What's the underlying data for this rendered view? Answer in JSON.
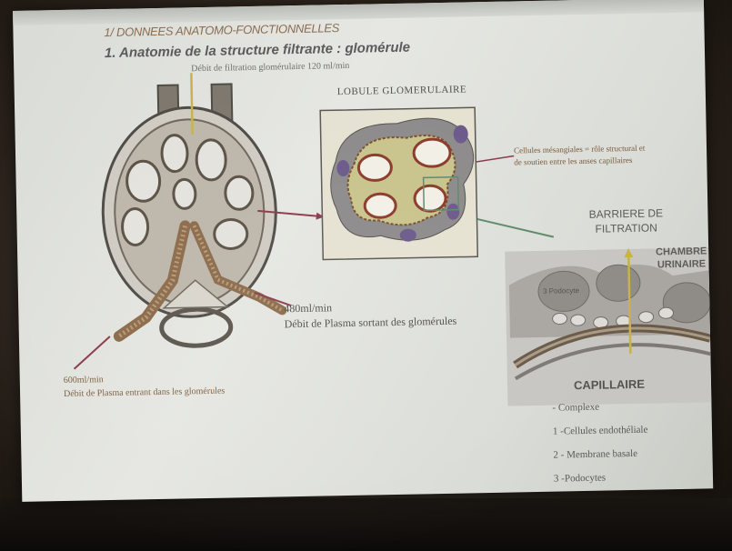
{
  "slide": {
    "section_heading": "1/ DONNEES ANATOMO-FONCTIONNELLES",
    "title": "1. Anatomie de la structure filtrante : glomérule",
    "subtitle": "Débit de filtration glomérulaire 120 ml/min",
    "lobule_title": "LOBULE GLOMERULAIRE",
    "mesangial_note": "Cellules mésangiales = rôle structural et de soutien entre les anses capillaires",
    "barrier_title_line1": "BARRIERE DE",
    "barrier_title_line2": "FILTRATION",
    "chambre_line1": "CHAMBRE",
    "chambre_line2": "URINAIRE",
    "podocyte_label": "3 Podocyte",
    "plasma_out_rate": "480ml/min",
    "plasma_out_text": "Débit de Plasma sortant des glomérules",
    "plasma_in_rate": "600ml/min",
    "plasma_in_text": "Débit de Plasma entrant dans les glomérules",
    "capillaire_label": "CAPILLAIRE",
    "legend": [
      "- Complexe",
      "1 -Cellules endothéliale",
      "2 - Membrane basale",
      "3 -Podocytes"
    ]
  },
  "colors": {
    "slide_bg": "#e2e3de",
    "heading_text": "#8b6c4f",
    "arrow_red": "#8a3a4a",
    "arrow_green": "#5e8a6a",
    "arrow_yellow": "#c9b24a",
    "glomerulus_brown": "#8b6a4a"
  }
}
